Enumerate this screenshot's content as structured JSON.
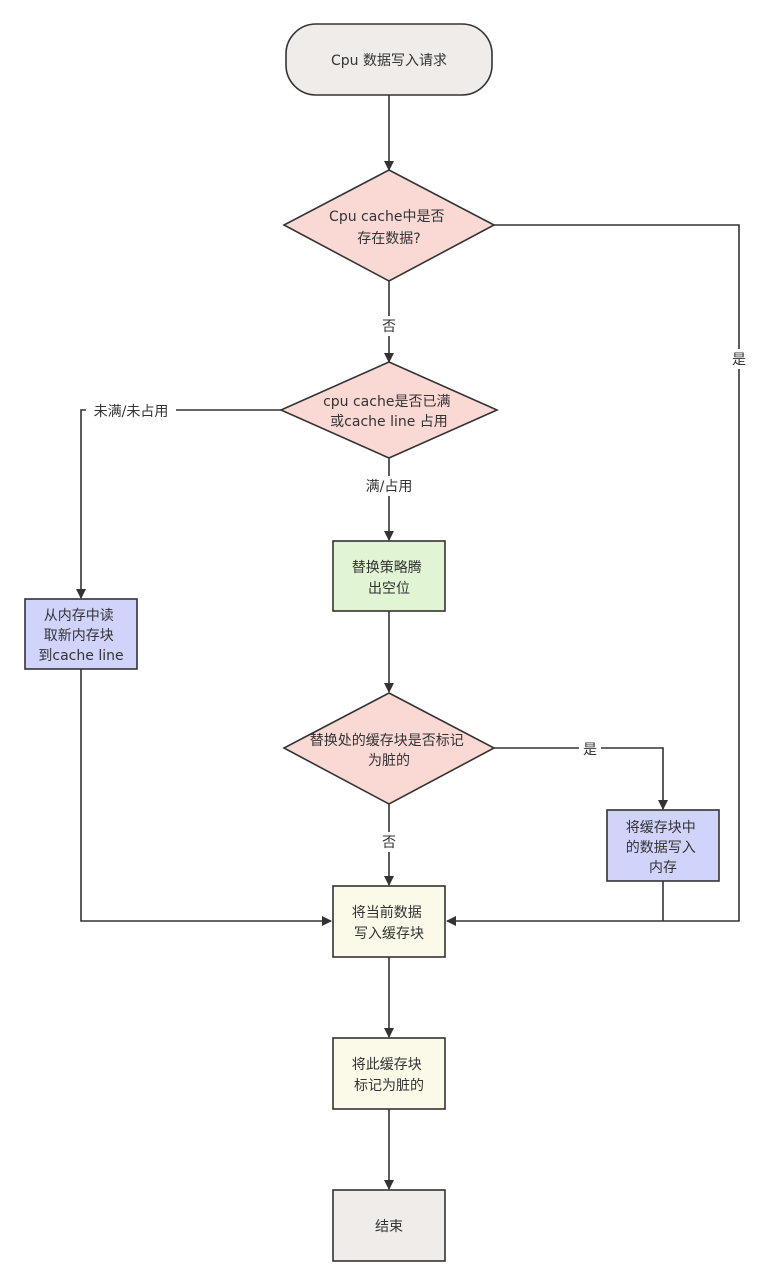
{
  "colors": {
    "start_end_fill": "#EFECEA",
    "decision_fill": "#FAD9D5",
    "green_fill": "#E1F5D5",
    "blue_fill": "#D0D4FB",
    "yellow_fill": "#FBF9E8",
    "stroke": "#333333"
  },
  "nodes": {
    "start": {
      "lines": [
        "Cpu 数据写入请求"
      ]
    },
    "decision_exists": {
      "lines": [
        "Cpu cache中是否",
        "存在数据?"
      ]
    },
    "decision_full": {
      "lines": [
        "cpu cache是否已满",
        "或cache line 占用"
      ]
    },
    "replace_policy": {
      "lines": [
        "替换策略腾",
        "出空位"
      ]
    },
    "read_memory": {
      "lines": [
        "从内存中读",
        "取新内存块",
        "到cache line"
      ]
    },
    "decision_dirty": {
      "lines": [
        "替换处的缓存块是否标记",
        "为脏的"
      ]
    },
    "write_back": {
      "lines": [
        "将缓存块中",
        "的数据写入",
        "内存"
      ]
    },
    "write_cache": {
      "lines": [
        "将当前数据",
        "写入缓存块"
      ]
    },
    "mark_dirty": {
      "lines": [
        "将此缓存块",
        "标记为脏的"
      ]
    },
    "end": {
      "lines": [
        "结束"
      ]
    }
  },
  "edge_labels": {
    "exists_no": "否",
    "exists_yes": "是",
    "full_not": "未满/未占用",
    "full_yes": "满/占用",
    "dirty_yes": "是",
    "dirty_no": "否"
  }
}
